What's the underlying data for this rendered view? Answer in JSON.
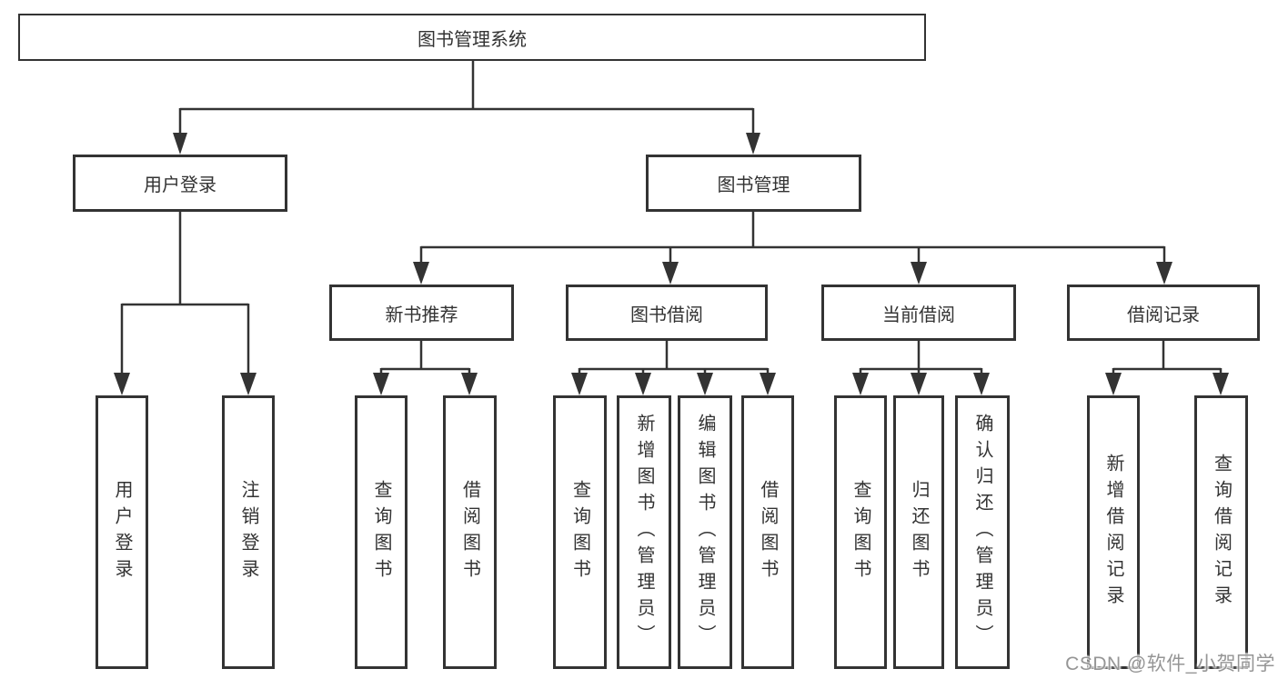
{
  "colors": {
    "line": "#333333",
    "border": "#333333",
    "text": "#333333",
    "watermark_text": "#959595",
    "background": "#ffffff"
  },
  "tree": {
    "root": {
      "label": "图书管理系统"
    },
    "branches": [
      {
        "label": "用户登录",
        "children": [
          {
            "label": "用户登录"
          },
          {
            "label": "注销登录"
          }
        ]
      },
      {
        "label": "图书管理",
        "children": [
          {
            "label": "新书推荐",
            "children": [
              {
                "label": "查询图书"
              },
              {
                "label": "借阅图书"
              }
            ]
          },
          {
            "label": "图书借阅",
            "children": [
              {
                "label": "查询图书"
              },
              {
                "label": "新增图书（管理员）"
              },
              {
                "label": "编辑图书（管理员）"
              },
              {
                "label": "借阅图书"
              }
            ]
          },
          {
            "label": "当前借阅",
            "children": [
              {
                "label": "查询图书"
              },
              {
                "label": "归还图书"
              },
              {
                "label": "确认归还（管理员）"
              }
            ]
          },
          {
            "label": "借阅记录",
            "children": [
              {
                "label": "新增借阅记录"
              },
              {
                "label": "查询借阅记录"
              }
            ]
          }
        ]
      }
    ]
  },
  "watermark": {
    "text": "CSDN @软件_小贺同学"
  }
}
